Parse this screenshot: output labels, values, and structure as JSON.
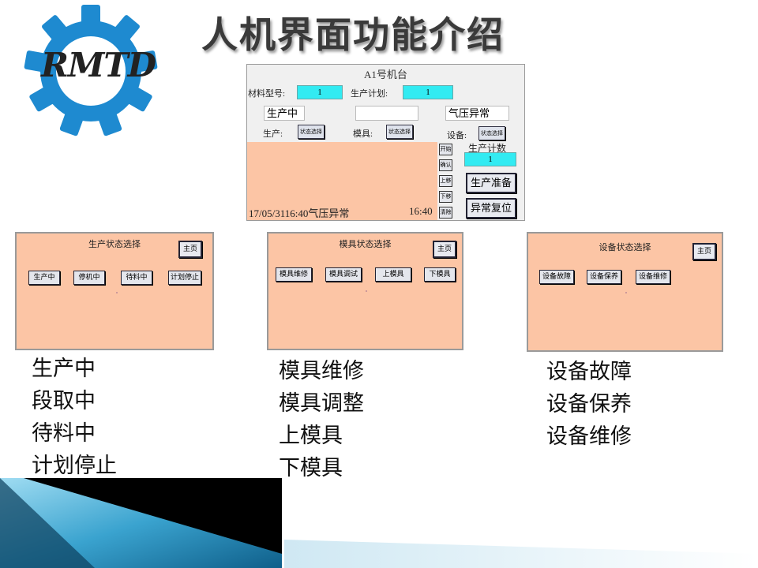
{
  "slide_title": "人机界面功能介绍",
  "logo_text": "RMTD",
  "hmi": {
    "title": "A1号机台",
    "material_label": "材料型号:",
    "material_value": "1",
    "plan_label": "生产计划:",
    "plan_value": "1",
    "status_production": "生产中",
    "status_mold": "",
    "status_equipment": "气压异常",
    "production_label": "生产:",
    "mold_label": "模具:",
    "equipment_label": "设备:",
    "select_button": "状态选择",
    "side_buttons": [
      "开始",
      "确认",
      "上移",
      "下移",
      "清除"
    ],
    "count_label": "生产计数",
    "count_value": "1",
    "prepare_button": "生产准备",
    "reset_button": "异常复位",
    "status_line": "17/05/3116:40气压异常",
    "status_time": "16:40"
  },
  "panels": [
    {
      "title": "生产状态选择",
      "home": "主页",
      "options": [
        "生产中",
        "停机中",
        "待料中",
        "计划停止"
      ]
    },
    {
      "title": "模具状态选择",
      "home": "主页",
      "options": [
        "模具维修",
        "模具调试",
        "上模具",
        "下模具"
      ]
    },
    {
      "title": "设备状态选择",
      "home": "主页",
      "options": [
        "设备故障",
        "设备保养",
        "设备维修"
      ]
    }
  ],
  "lists": [
    [
      "生产中",
      "段取中",
      "待料中",
      "计划停止"
    ],
    [
      "模具维修",
      "模具调整",
      "上模具",
      "下模具"
    ],
    [
      "设备故障",
      "设备保养",
      "设备维修"
    ]
  ],
  "colors": {
    "panel_bg": "#fcc5a5",
    "cyan": "#32ebf2",
    "gear": "#1e8ad0"
  }
}
